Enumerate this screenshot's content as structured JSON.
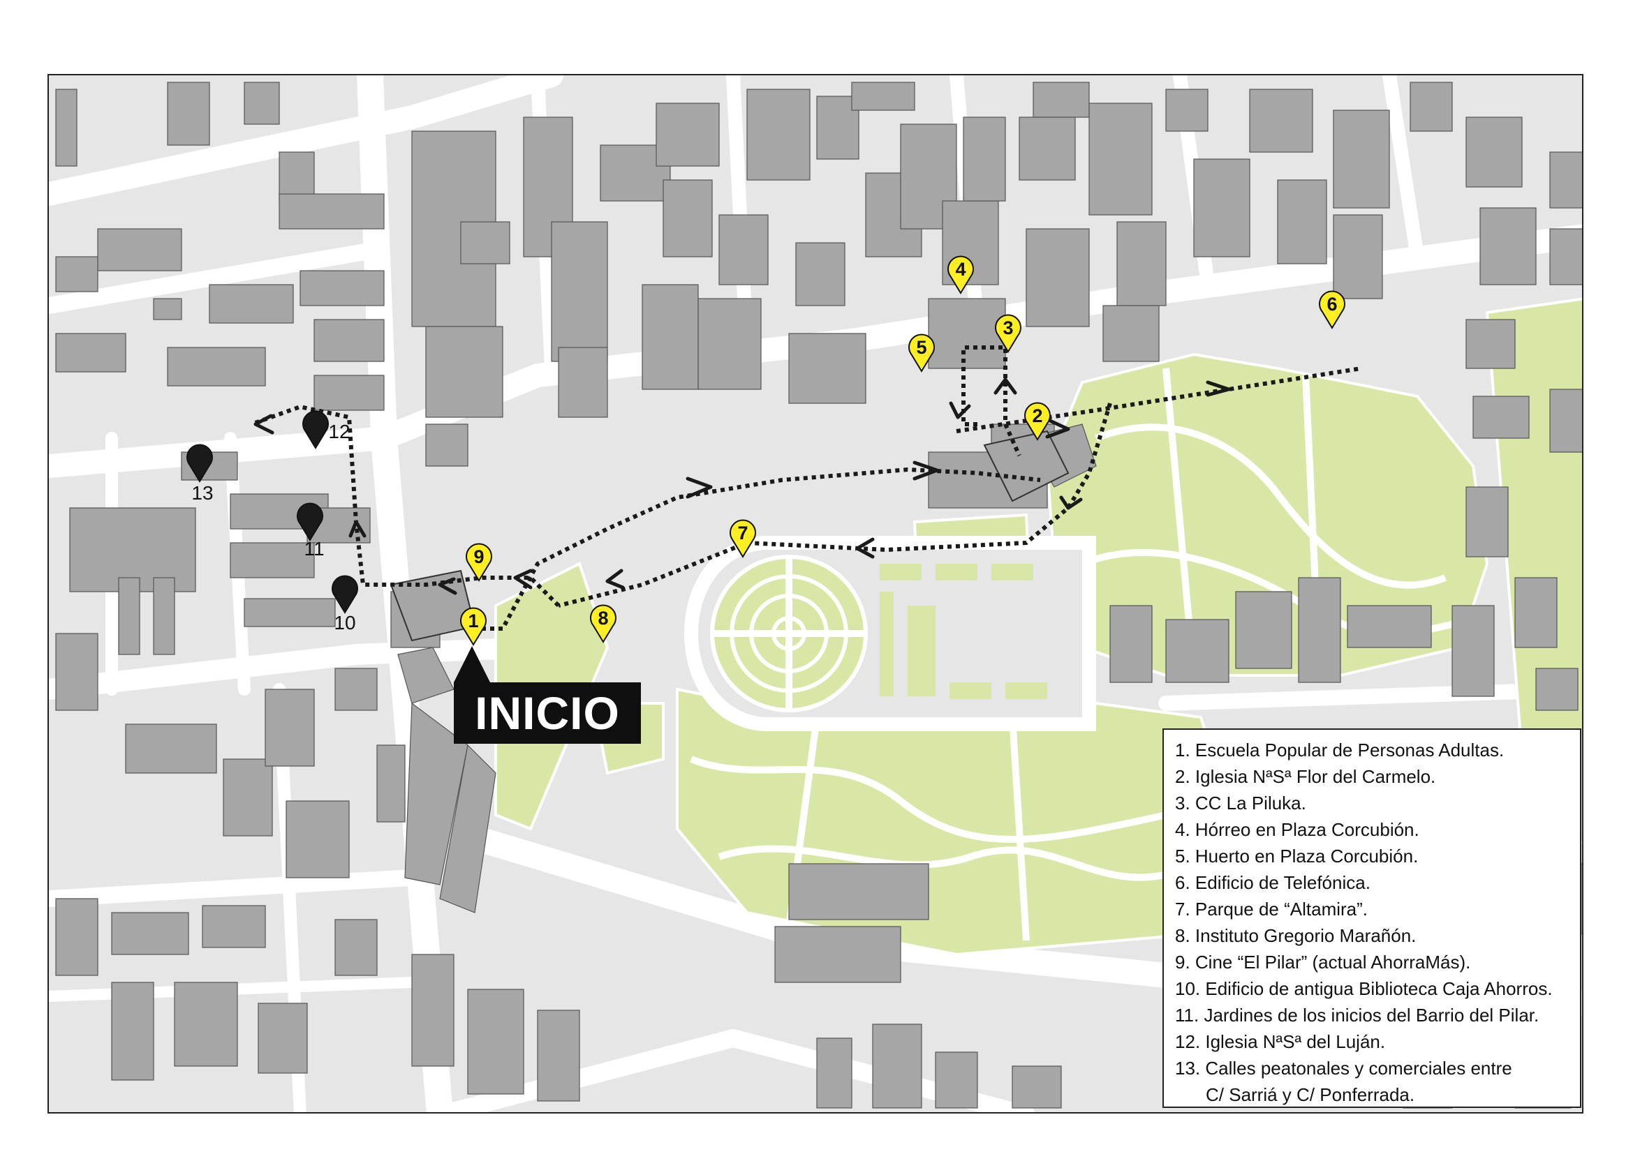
{
  "start_label": "INICIO",
  "colors": {
    "building": "#a6a6a6",
    "park": "#d8e6a6",
    "street": "#ffffff",
    "block": "#e6e6e6",
    "route": "#1a1a1a",
    "marker_yellow": "#ffee22",
    "marker_black": "#1a1a1a"
  },
  "markers": [
    {
      "label": "1",
      "style": "yellow"
    },
    {
      "label": "2",
      "style": "yellow"
    },
    {
      "label": "3",
      "style": "yellow"
    },
    {
      "label": "4",
      "style": "yellow"
    },
    {
      "label": "5",
      "style": "yellow"
    },
    {
      "label": "6",
      "style": "yellow"
    },
    {
      "label": "7",
      "style": "yellow"
    },
    {
      "label": "8",
      "style": "yellow"
    },
    {
      "label": "9",
      "style": "yellow"
    },
    {
      "label": "10",
      "style": "black"
    },
    {
      "label": "11",
      "style": "black"
    },
    {
      "label": "12",
      "style": "black"
    },
    {
      "label": "13",
      "style": "black"
    }
  ],
  "legend": {
    "items": [
      "1. Escuela Popular de Personas Adultas.",
      "2. Iglesia NªSª Flor del Carmelo.",
      "3. CC La Piluka.",
      "4. Hórreo en Plaza Corcubión.",
      "5. Huerto en Plaza Corcubión.",
      "6. Edificio de Telefónica.",
      "7. Parque de “Altamira”.",
      "8. Instituto Gregorio Marañón.",
      "9. Cine “El Pilar” (actual AhorraMás).",
      "10. Edificio de antigua Biblioteca Caja Ahorros.",
      "11. Jardines de los inicios del Barrio del Pilar.",
      "12. Iglesia NªSª del Luján.",
      "13. Calles peatonales y comerciales entre"
    ],
    "continuation": "C/ Sarriá y C/ Ponferrada."
  }
}
